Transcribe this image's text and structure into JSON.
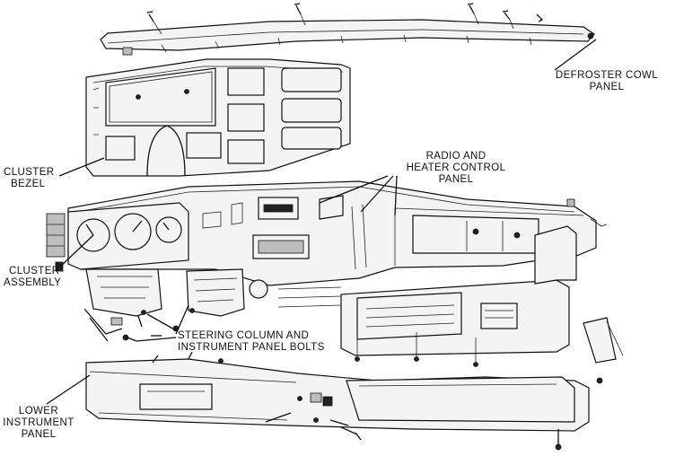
{
  "labels": {
    "defroster_l1": "DEFROSTER COWL",
    "defroster_l2": "PANEL",
    "radio_l1": "RADIO AND",
    "radio_l2": "HEATER CONTROL",
    "radio_l3": "PANEL",
    "bezel_l1": "CLUSTER",
    "bezel_l2": "BEZEL",
    "assembly_l1": "CLUSTER",
    "assembly_l2": "ASSEMBLY",
    "bolts_l1": "STEERING COLUMN AND",
    "bolts_l2": "INSTRUMENT PANEL BOLTS",
    "lower_l1": "LOWER",
    "lower_l2": "INSTRUMENT",
    "lower_l3": "PANEL"
  },
  "colors": {
    "ink": "#111111",
    "paper": "#ffffff",
    "shade": "#bdbdbd"
  }
}
